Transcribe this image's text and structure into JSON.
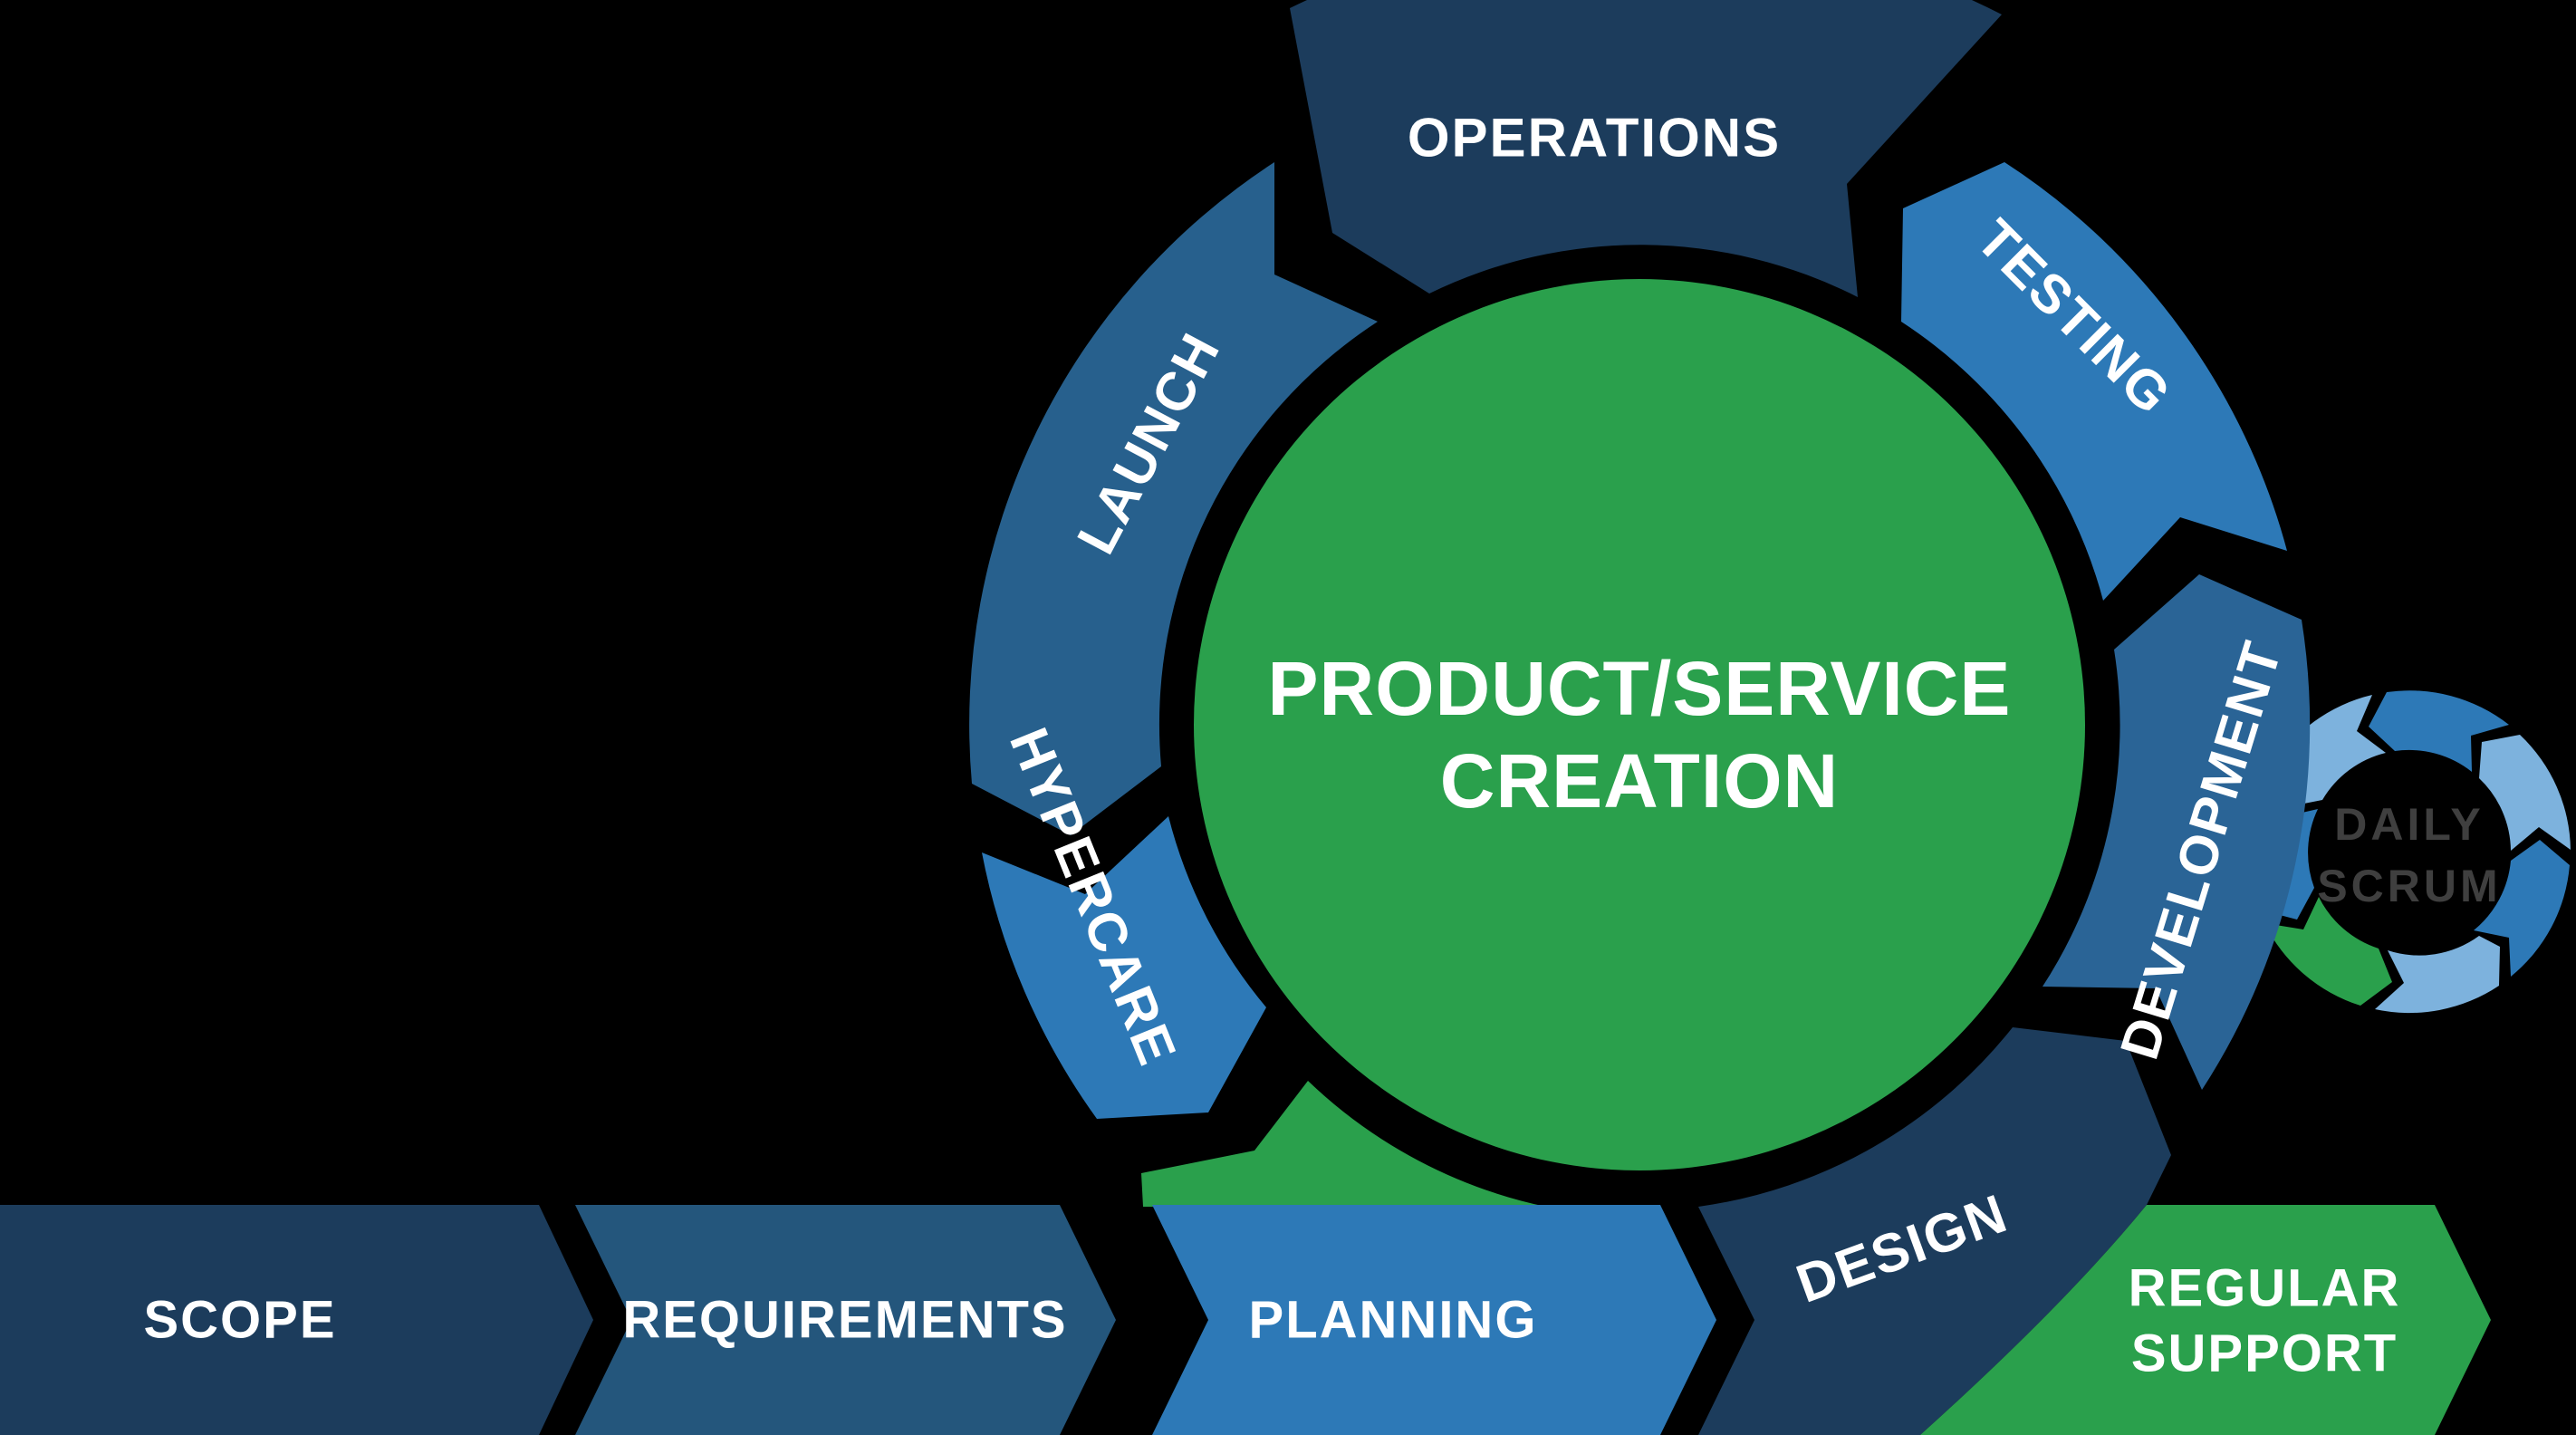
{
  "diagram": {
    "background": "#000000",
    "center_title": {
      "line1": "PRODUCT/SERVICE",
      "line2": "CREATION"
    },
    "ring_segments": {
      "operations": {
        "label": "OPERATIONS"
      },
      "testing": {
        "label": "TESTING"
      },
      "development": {
        "label": "DEVELOPMENT"
      },
      "design": {
        "label": "DESIGN"
      },
      "launch": {
        "label": "LAUNCH"
      },
      "hypercare": {
        "label": "HYPERCARE"
      }
    },
    "pipeline": {
      "scope": {
        "label": "SCOPE"
      },
      "requirements": {
        "label": "REQUIREMENTS"
      },
      "planning": {
        "label": "PLANNING"
      },
      "regular_support": {
        "line1": "REGULAR",
        "line2": "SUPPORT"
      }
    },
    "daily_scrum": {
      "line1": "DAILY",
      "line2": "SCRUM"
    },
    "colors": {
      "navy": "#1c3c5c",
      "blue_deep": "#24567c",
      "blue_launch": "#27608d",
      "blue_dev": "#2a6496",
      "blue_bright": "#2d79b7",
      "blue_light": "#7db2dd",
      "green": "#2aa04c",
      "scrum_text": "#3f3f3f",
      "white": "#ffffff"
    }
  }
}
